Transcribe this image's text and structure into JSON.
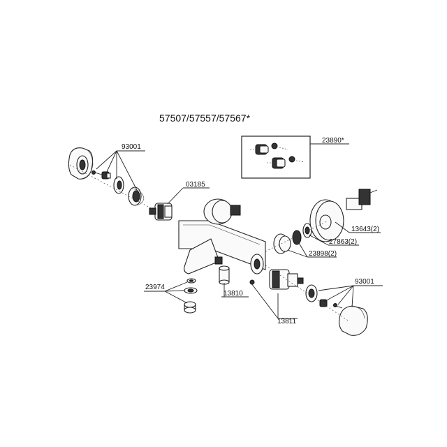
{
  "diagram": {
    "title": "57507/57557/57567*",
    "labels": {
      "handle_left": "93001",
      "cartridge_left": "03185",
      "inset_box": "23890*",
      "eccentric": "13643(2)",
      "washer": "27863(2)",
      "check_valve": "23898(2)",
      "handle_right": "93001",
      "aerator": "23974",
      "spout_sleeve": "13810",
      "thermo_cartridge": "13811"
    }
  }
}
